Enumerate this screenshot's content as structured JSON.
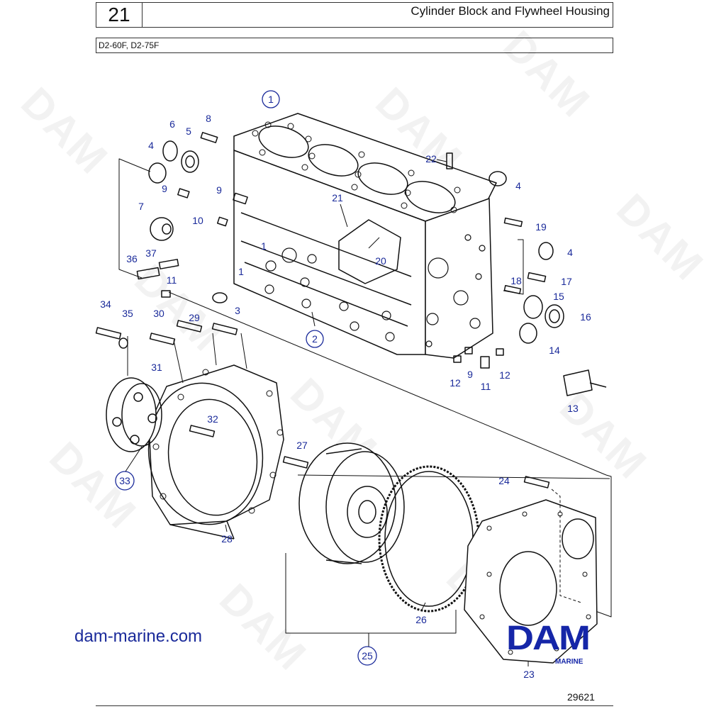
{
  "header": {
    "page_number": "21",
    "title": "Cylinder Block and Flywheel Housing",
    "models": "D2-60F, D2-75F"
  },
  "watermark_text": "DAM",
  "callouts": {
    "c1": "1",
    "c2": "2",
    "c3": "3",
    "c4a": "4",
    "c4b": "4",
    "c4c": "4",
    "c5": "5",
    "c6": "6",
    "c7": "7",
    "c8": "8",
    "c9a": "9",
    "c9b": "9",
    "c9c": "9",
    "c10": "10",
    "c11a": "11",
    "c11b": "11",
    "c12a": "12",
    "c12b": "12",
    "c13": "13",
    "c14": "14",
    "c15": "15",
    "c16": "16",
    "c17": "17",
    "c18": "18",
    "c19": "19",
    "c20": "20",
    "c21": "21",
    "c22": "22",
    "c23": "23",
    "c24": "24",
    "c25": "25",
    "c26": "26",
    "c27": "27",
    "c28": "28",
    "c29": "29",
    "c30": "30",
    "c31": "31",
    "c32": "32",
    "c33": "33",
    "c34": "34",
    "c35": "35",
    "c36": "36",
    "c37": "37",
    "c1b": "1",
    "c1c": "1"
  },
  "website": "dam-marine.com",
  "brand": {
    "logo": "DAM",
    "subtitle": "MARINE"
  },
  "drawing_number": "29621",
  "colors": {
    "callout": "#1a2a9a",
    "brand": "#1526a8",
    "line": "#111111"
  }
}
